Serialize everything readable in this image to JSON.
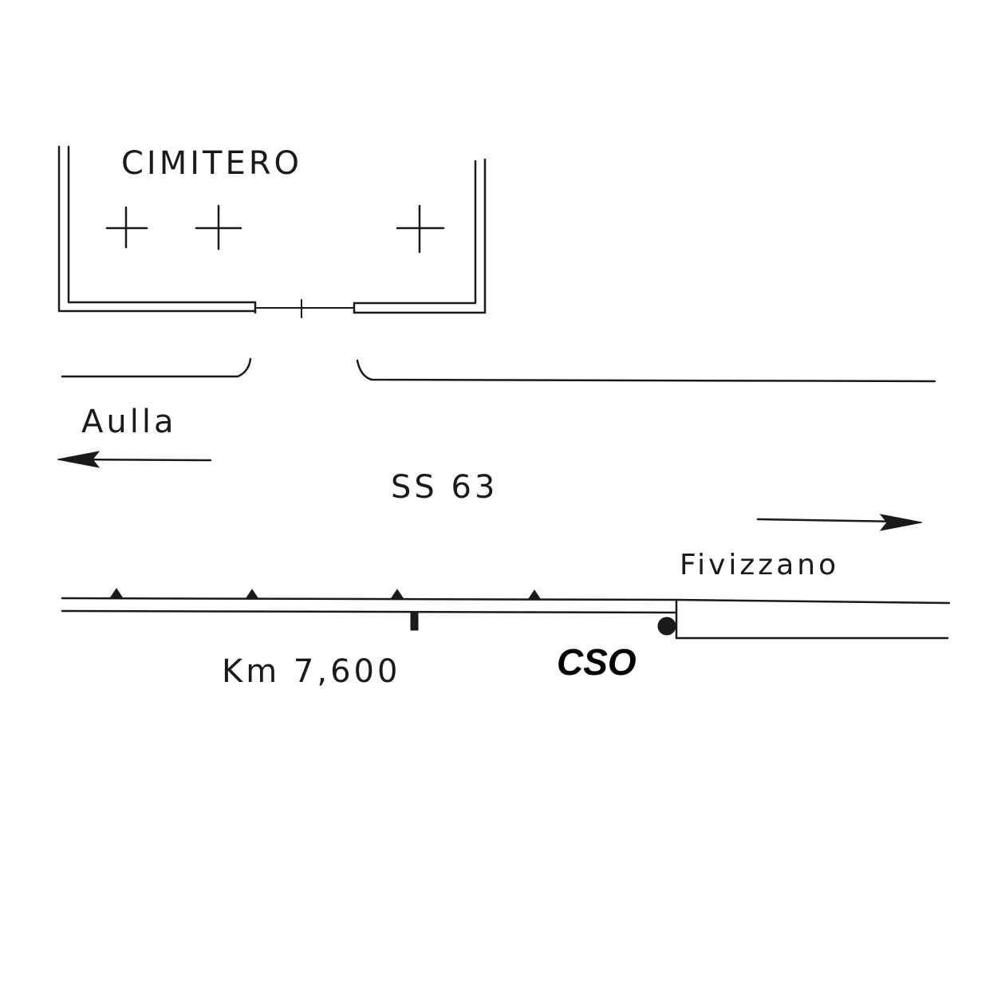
{
  "labels": {
    "cemetery": "CIMITERO",
    "west_destination": "Aulla",
    "road_name": "SS 63",
    "east_destination": "Fivizzano",
    "kilometer": "Km 7,600",
    "point_marker": "CSO"
  },
  "colors": {
    "ink": "#1a1a1a",
    "background": "#ffffff",
    "marker": "#000000"
  },
  "icons": {
    "grave_cross": "cross-icon",
    "direction_west": "arrow-left-icon",
    "direction_east": "arrow-right-icon",
    "point": "filled-circle-icon"
  }
}
